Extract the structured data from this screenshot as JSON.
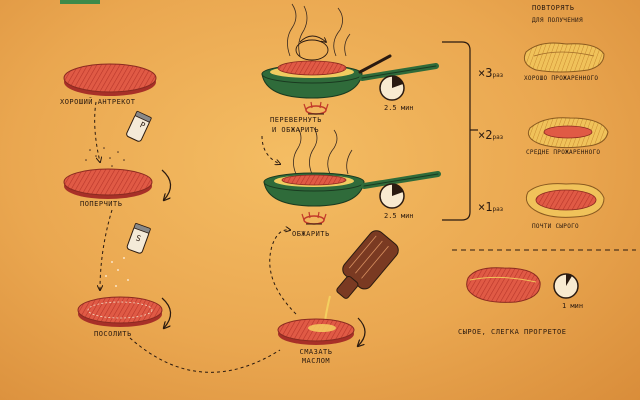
{
  "steps": {
    "good_steak": "хороший антрекот",
    "pepper": "поперчить",
    "salt": "посолить",
    "oil": "смазать маслом",
    "fry": "обжарить",
    "flip_line1": "перевернуть",
    "flip_line2": "и обжарить"
  },
  "timers": {
    "pan_top": "2.5 мин",
    "pan_bottom": "2.5 мин",
    "rare": "1 мин"
  },
  "repeat": {
    "header_line1": "повторять",
    "header_line2": "для получения",
    "rows": [
      {
        "times": "×3",
        "unit": "раз",
        "result": "хорошо прожаренного"
      },
      {
        "times": "×2",
        "unit": "раз",
        "result": "средне прожаренного"
      },
      {
        "times": "×1",
        "unit": "раз",
        "result": "почти сырого"
      }
    ]
  },
  "rare_result": "сырое, слегка прогретое",
  "shaker_letters": {
    "pepper": "p",
    "salt": "s"
  },
  "colors": {
    "paper": "#eaa750",
    "meat_red": "#d94a3a",
    "meat_cooked": "#e8b04a",
    "pan_green": "#2f6b3a",
    "ink": "#2a1a10",
    "flame_red": "#c23a2a"
  }
}
